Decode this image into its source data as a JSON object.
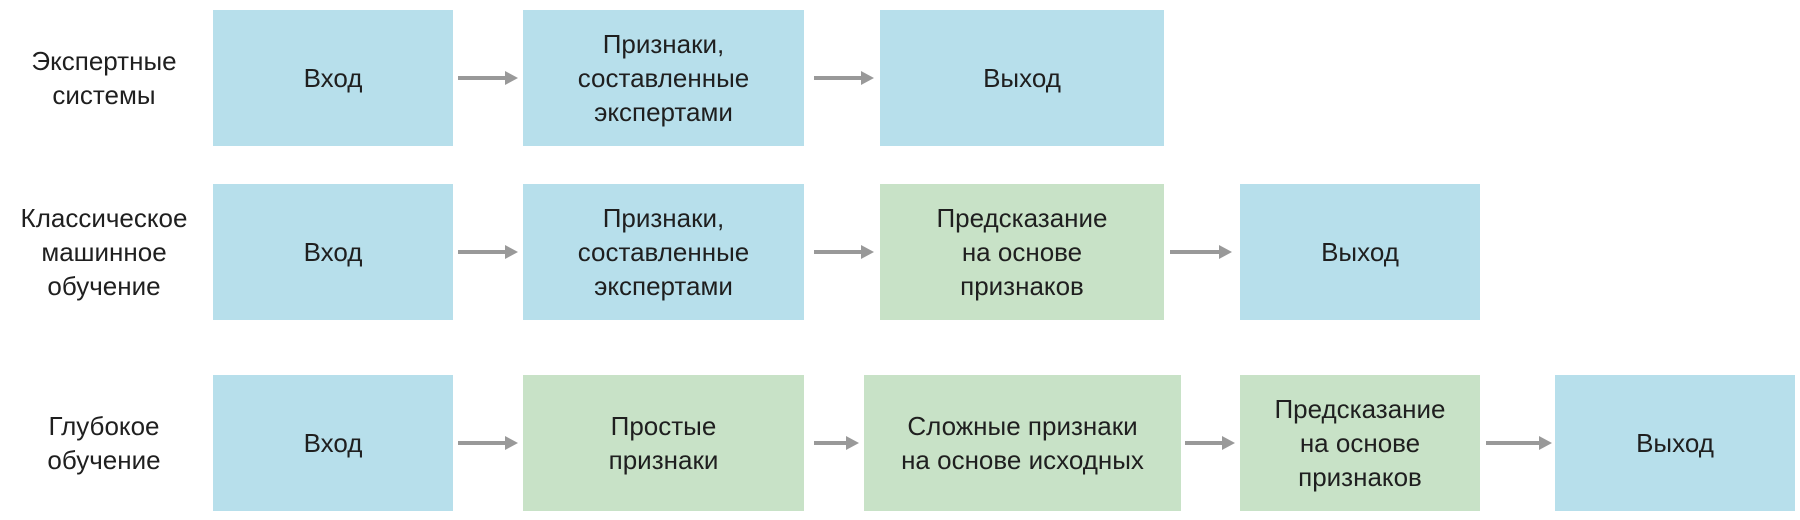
{
  "colors": {
    "input_output": "#b7dfeb",
    "features": "#c8e2c7",
    "arrow": "#999999"
  },
  "rows": [
    {
      "label": "Экспертные\nсистемы",
      "boxes": [
        {
          "text": "Вход",
          "color": "blue"
        },
        {
          "text": "Признаки,\nсоставленные\nэкспертами",
          "color": "blue"
        },
        {
          "text": "Выход",
          "color": "blue"
        }
      ]
    },
    {
      "label": "Классическое\nмашинное\nобучение",
      "boxes": [
        {
          "text": "Вход",
          "color": "blue"
        },
        {
          "text": "Признаки,\nсоставленные\nэкспертами",
          "color": "blue"
        },
        {
          "text": "Предсказание\nна основе\nпризнаков",
          "color": "green"
        },
        {
          "text": "Выход",
          "color": "blue"
        }
      ]
    },
    {
      "label": "Глубокое\nобучение",
      "boxes": [
        {
          "text": "Вход",
          "color": "blue"
        },
        {
          "text": "Простые\nпризнаки",
          "color": "green"
        },
        {
          "text": "Сложные признаки\nна основе исходных",
          "color": "green"
        },
        {
          "text": "Предсказание\nна основе\nпризнаков",
          "color": "green"
        },
        {
          "text": "Выход",
          "color": "blue"
        }
      ]
    }
  ]
}
